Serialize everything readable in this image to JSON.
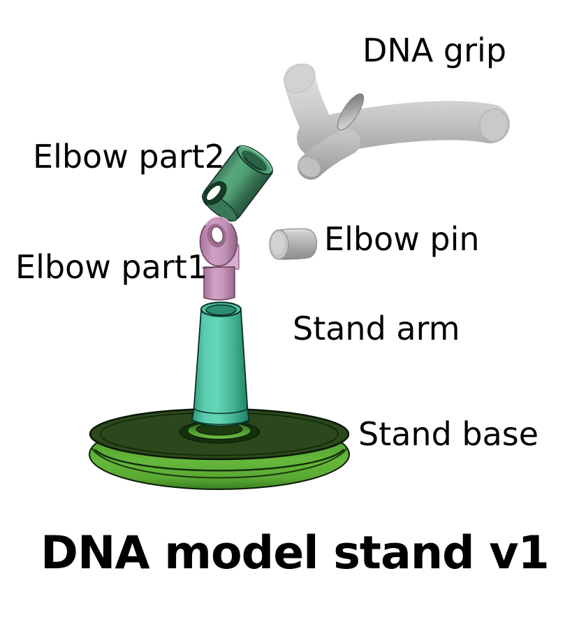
{
  "background_color": "#ffffff",
  "title": {
    "text": "DNA model stand v1",
    "color": "#000000"
  },
  "parts": {
    "dna_grip": {
      "label": "DNA grip",
      "color": "#c8c8c8"
    },
    "elbow_part2": {
      "label": "Elbow part2",
      "color": "#4f9e74"
    },
    "elbow_pin": {
      "label": "Elbow pin",
      "color": "#b4b4b4"
    },
    "elbow_part1": {
      "label": "Elbow part1",
      "color": "#c795bb"
    },
    "stand_arm": {
      "label": "Stand arm",
      "color": "#53c6a8"
    },
    "stand_base": {
      "label": "Stand base",
      "color": "#55a832",
      "top_color": "#2b481c"
    }
  }
}
